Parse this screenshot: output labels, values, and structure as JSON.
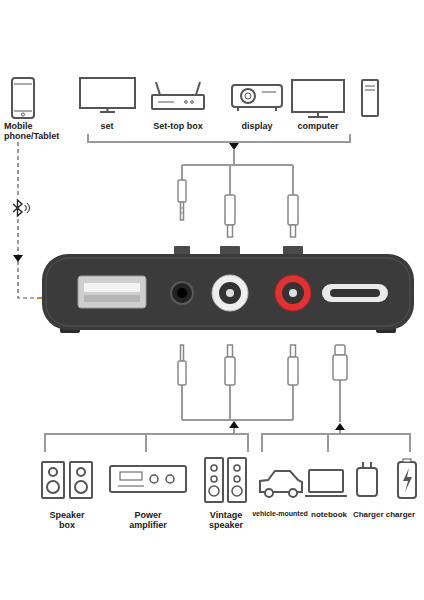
{
  "diagram": {
    "labels": [
      "Mobile phone/Tablet",
      "set",
      "Set-top box",
      "display",
      "computer",
      "Speaker box",
      "Power amplifier",
      "Vintage speaker",
      "vehicle-mounted",
      "notebook",
      "Charger charger"
    ]
  }
}
